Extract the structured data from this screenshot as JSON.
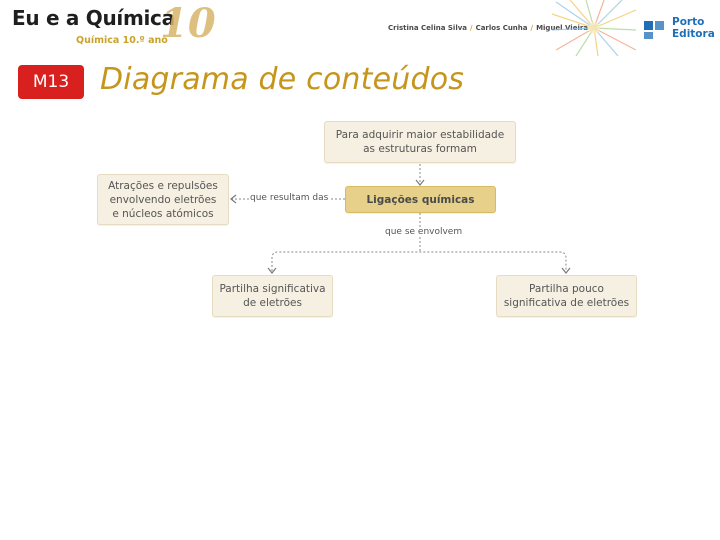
{
  "header": {
    "logo_title": "Eu e a Química",
    "logo_subtitle": "Química 10.º ano",
    "logo_number": "10",
    "authors": [
      "Cristina Celina Silva",
      "Carlos Cunha",
      "Miguel Vieira"
    ],
    "author_separator": "/",
    "publisher_line1": "Porto",
    "publisher_line2": "Editora",
    "publisher_color": "#1f6fb8"
  },
  "slide": {
    "module_code": "M13",
    "title": "Diagrama de conteúdos",
    "badge_color": "#d8201f",
    "title_color": "#c6951c"
  },
  "diagram": {
    "nodes": {
      "top": "Para adquirir maior estabilidade as estruturas formam",
      "center": "Ligações químicas",
      "left": "Atrações e repulsões envolvendo eletrões e núcleos atómicos",
      "bottom_left": "Partilha significativa de eletrões",
      "bottom_right": "Partilha pouco significativa de eletrões"
    },
    "edge_labels": {
      "result": "que resultam das",
      "involve": "que se envolvem"
    }
  }
}
